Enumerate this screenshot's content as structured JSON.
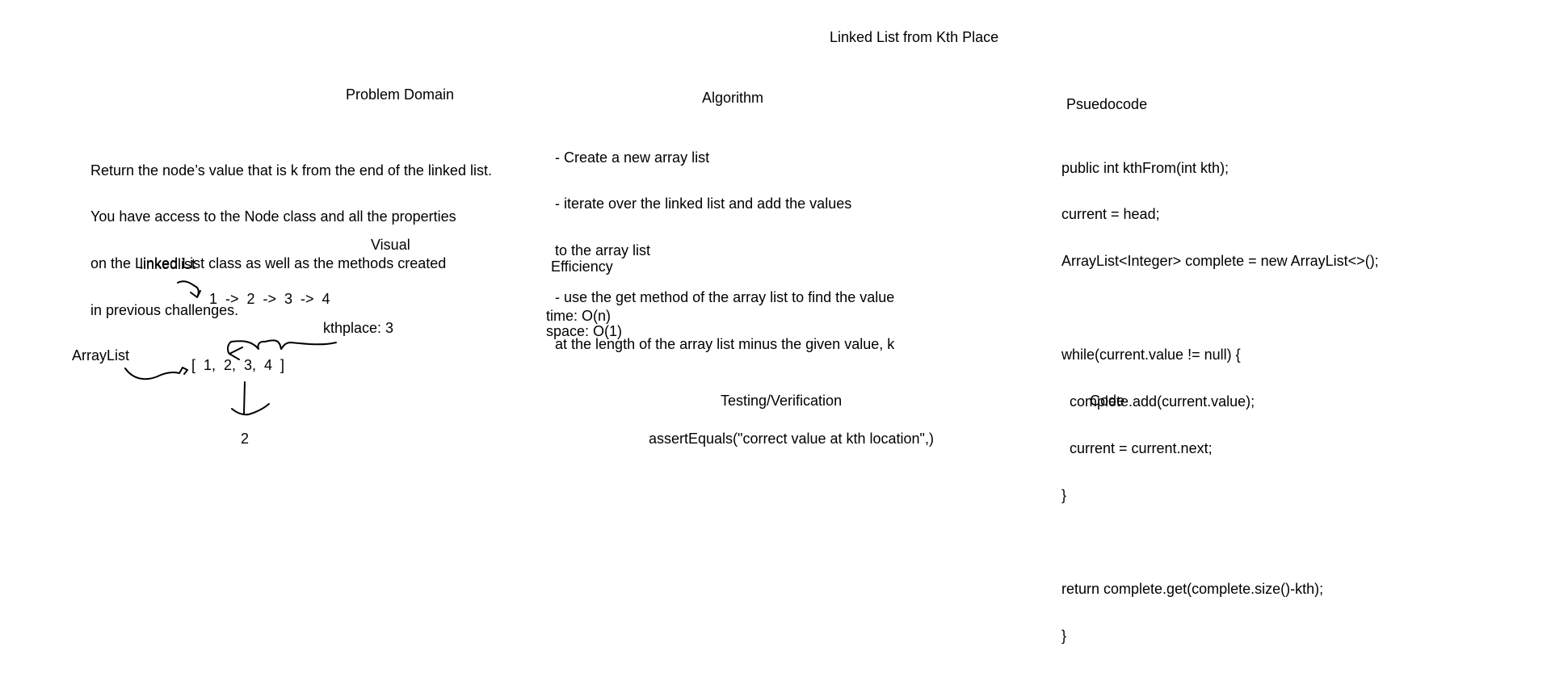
{
  "title": "Linked List from Kth Place",
  "problem_domain": {
    "heading": "Problem Domain",
    "lines": [
      "Return the node’s value that is k from the end of the linked list.",
      "You have access to the Node class and all the properties",
      "on the Linked List class as well as the methods created",
      "in previous challenges."
    ]
  },
  "algorithm": {
    "heading": "Algorithm",
    "lines": [
      "- Create a new array list",
      "- iterate over the linked list and add the values",
      "to the array list",
      "- use the get method of the array list to find the value",
      "at the length of the array list minus the given value, k"
    ]
  },
  "pseudocode": {
    "heading": "Psuedocode",
    "lines": [
      "public int kthFrom(int kth);",
      "current = head;",
      "ArrayList<Integer> complete = new ArrayList<>();",
      "",
      "while(current.value != null) {",
      "  complete.add(current.value);",
      "  current = current.next;",
      "}",
      "",
      "return complete.get(complete.size()-kth);",
      "}"
    ]
  },
  "visual": {
    "heading": "Visual",
    "linkedlist_label": "linkedlist",
    "linkedlist_nodes": "1  ->  2  ->  3  ->  4",
    "kthplace_label": "kthplace: 3",
    "arraylist_label": "ArrayList",
    "arraylist_values": "[  1,  2,  3,  4  ]",
    "result": "2"
  },
  "efficiency": {
    "heading": "Efficiency",
    "time": "time: O(n)",
    "space": "space: O(1)"
  },
  "testing": {
    "heading": "Testing/Verification",
    "assertion": "assertEquals(\"correct value at kth location\",)"
  },
  "code": {
    "heading": "Code"
  }
}
